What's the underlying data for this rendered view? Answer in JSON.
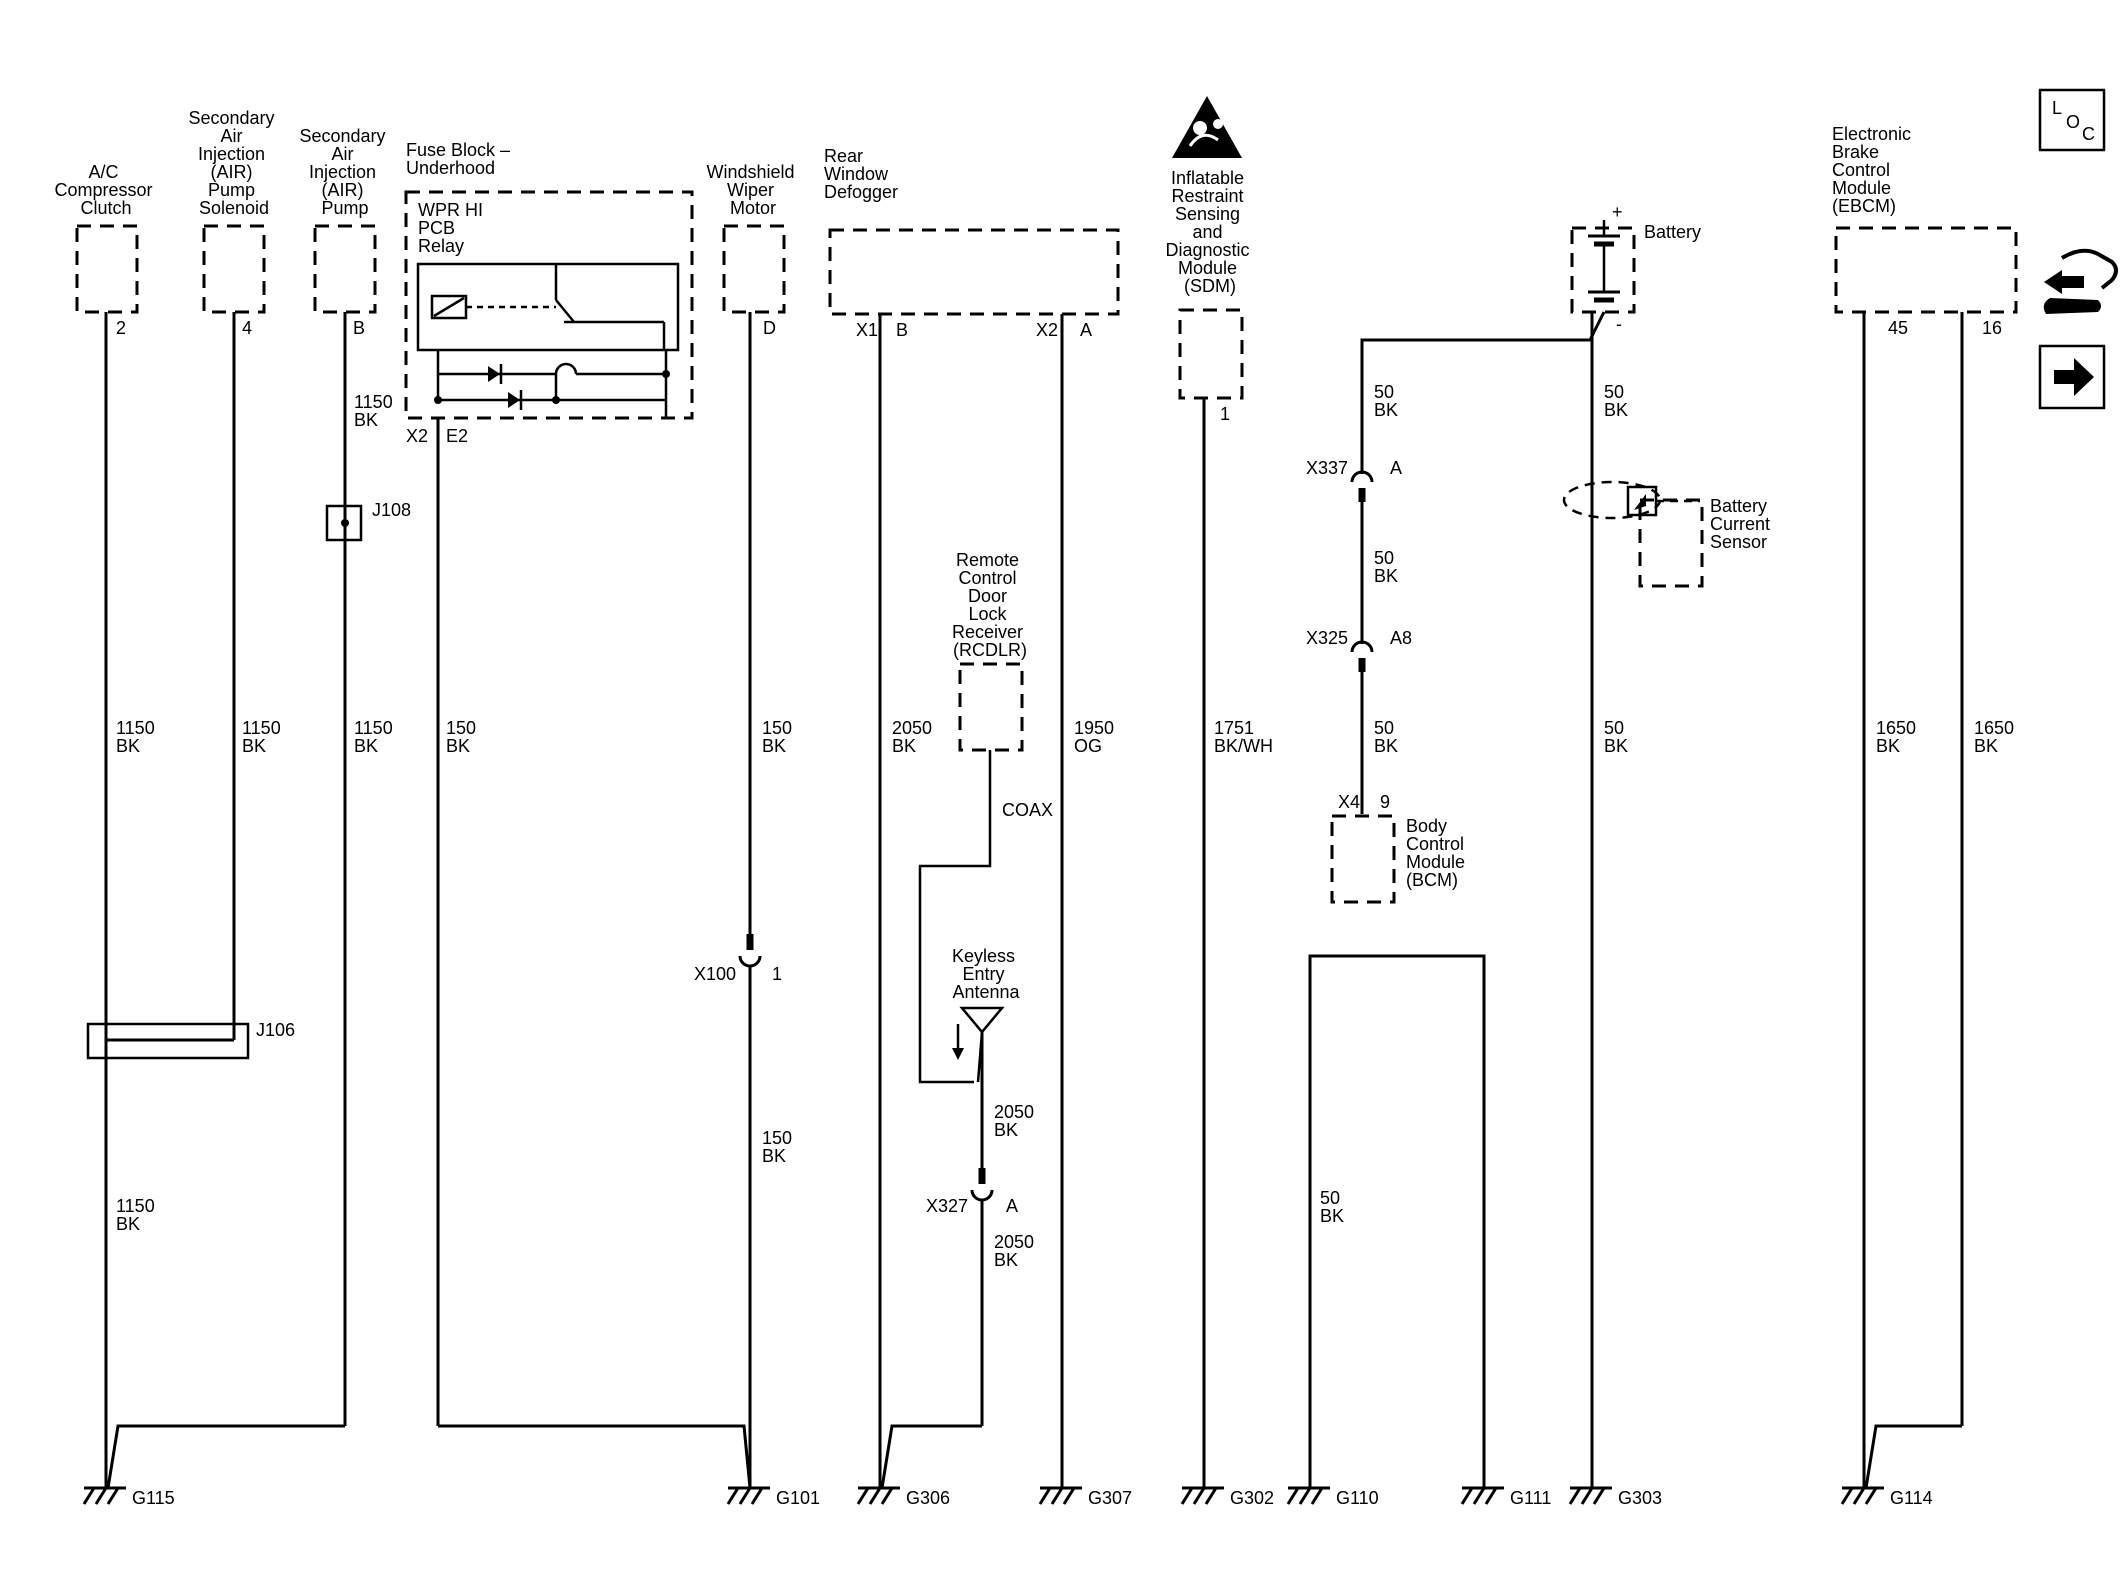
{
  "components": {
    "ac_clutch": [
      "A/C",
      "Compressor",
      "Clutch"
    ],
    "air_solenoid": [
      "Secondary",
      "Air",
      "Injection",
      "(AIR)",
      "Pump",
      "Solenoid"
    ],
    "air_pump": [
      "Secondary",
      "Air",
      "Injection",
      "(AIR)",
      "Pump"
    ],
    "fuse_block": [
      "Fuse Block –",
      "Underhood"
    ],
    "relay": [
      "WPR HI",
      "PCB",
      "Relay"
    ],
    "wiper_motor": [
      "Windshield",
      "Wiper",
      "Motor"
    ],
    "rear_defogger": [
      "Rear",
      "Window",
      "Defogger"
    ],
    "sdm": [
      "Inflatable",
      "Restraint",
      "Sensing",
      "and",
      "Diagnostic",
      "Module",
      "(SDM)"
    ],
    "battery": "Battery",
    "battery_current_sensor": [
      "Battery",
      "Current",
      "Sensor"
    ],
    "ebcm": [
      "Electronic",
      "Brake",
      "Control",
      "Module",
      "(EBCM)"
    ],
    "rcdlr": [
      "Remote",
      "Control",
      "Door",
      "Lock",
      "Receiver",
      "(RCDLR)"
    ],
    "keyless_antenna": [
      "Keyless",
      "Entry",
      "Antenna"
    ],
    "bcm": [
      "Body",
      "Control",
      "Module",
      "(BCM)"
    ]
  },
  "pins": {
    "ac_clutch": "2",
    "air_solenoid": "4",
    "air_pump": "B",
    "fuse_x2": "X2",
    "fuse_e2": "E2",
    "wiper": "D",
    "defog_x1": "X1",
    "defog_b": "B",
    "defog_x2": "X2",
    "defog_a": "A",
    "sdm": "1",
    "battery_plus": "+",
    "battery_minus": "-",
    "ebcm_45": "45",
    "ebcm_16": "16",
    "bcm_x4": "X4",
    "bcm_9": "9"
  },
  "connectors": {
    "x337": "X337",
    "x337_pin": "A",
    "x325": "X325",
    "x325_pin": "A8",
    "x100": "X100",
    "x100_pin": "1",
    "x327": "X327",
    "x327_pin": "A",
    "j108": "J108",
    "j106": "J106",
    "coax": "COAX"
  },
  "wires": {
    "w_air_pump_top": [
      "1150",
      "BK"
    ],
    "w_ac": [
      "1150",
      "BK"
    ],
    "w_solenoid": [
      "1150",
      "BK"
    ],
    "w_air_pump": [
      "1150",
      "BK"
    ],
    "w_fuse": [
      "150",
      "BK"
    ],
    "w_wiper": [
      "150",
      "BK"
    ],
    "w_wiper_low": [
      "150",
      "BK"
    ],
    "w_ac_low": [
      "1150",
      "BK"
    ],
    "w_defog_b": [
      "2050",
      "BK"
    ],
    "w_defog_a": [
      "1950",
      "OG"
    ],
    "w_sdm": [
      "1751",
      "BK/WH"
    ],
    "w_bat_left1": [
      "50",
      "BK"
    ],
    "w_bat_left2": [
      "50",
      "BK"
    ],
    "w_bat_left3": [
      "50",
      "BK"
    ],
    "w_bat_main1": [
      "50",
      "BK"
    ],
    "w_bat_main2": [
      "50",
      "BK"
    ],
    "w_g110": [
      "50",
      "BK"
    ],
    "w_ebcm45": [
      "1650",
      "BK"
    ],
    "w_ebcm16": [
      "1650",
      "BK"
    ],
    "w_antenna1": [
      "2050",
      "BK"
    ],
    "w_antenna2": [
      "2050",
      "BK"
    ]
  },
  "grounds": [
    "G115",
    "G101",
    "G306",
    "G307",
    "G302",
    "G110",
    "G111",
    "G303",
    "G114"
  ],
  "loc_icon": {
    "l": "L",
    "o": "O",
    "c": "C"
  },
  "icons": [
    "loc-icon",
    "airbag-warning-icon",
    "service-tool-icon",
    "next-arrow-icon"
  ]
}
